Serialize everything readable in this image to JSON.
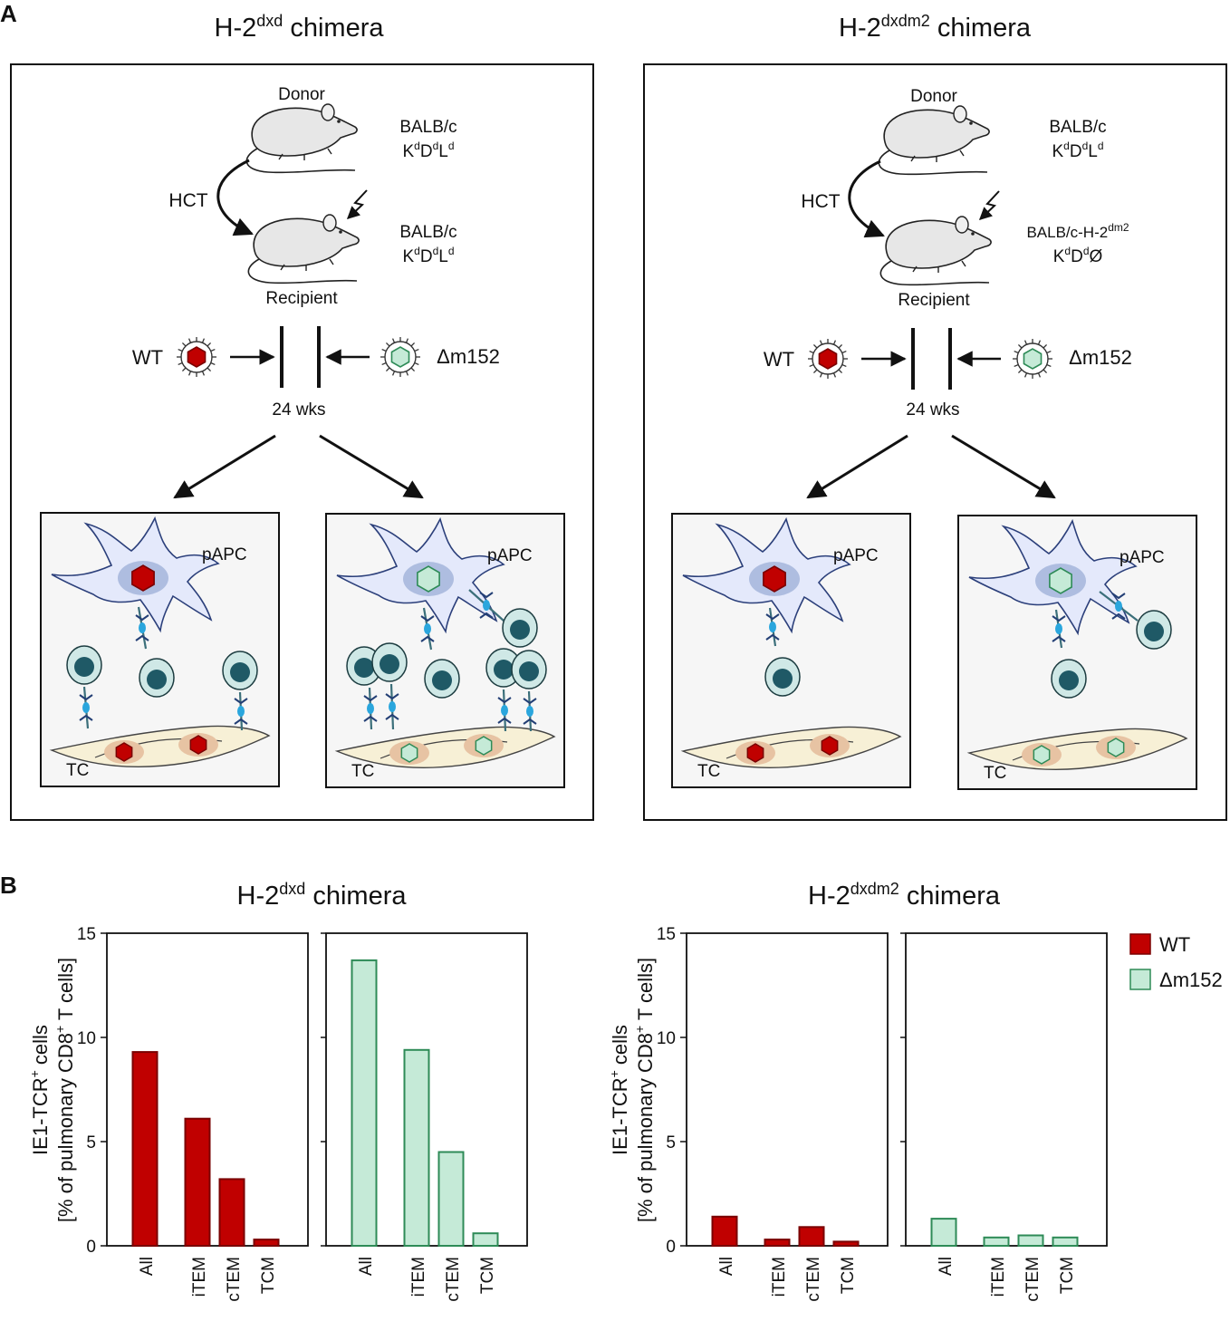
{
  "panel_a": {
    "letter": "A",
    "left": {
      "title_main": "H-2",
      "title_sup": "dxd",
      "title_tail": " chimera",
      "donor_label": "Donor",
      "donor_strain": "BALB/c",
      "donor_haplo": [
        {
          "t": "K",
          "s": ""
        },
        {
          "t": "d",
          "s": "sup"
        },
        {
          "t": "D",
          "s": ""
        },
        {
          "t": "d",
          "s": "sup"
        },
        {
          "t": "L",
          "s": ""
        },
        {
          "t": "d",
          "s": "sup"
        }
      ],
      "hct_label": "HCT",
      "recipient_strain": "BALB/c",
      "recipient_haplo": [
        {
          "t": "K",
          "s": ""
        },
        {
          "t": "d",
          "s": "sup"
        },
        {
          "t": "D",
          "s": ""
        },
        {
          "t": "d",
          "s": "sup"
        },
        {
          "t": "L",
          "s": ""
        },
        {
          "t": "d",
          "s": "sup"
        }
      ],
      "recipient_label": "Recipient",
      "wt_label": "WT",
      "mut_label": "Δm152",
      "time_label": "24 wks",
      "papc_label": "pAPC",
      "tc_label": "TC"
    },
    "right": {
      "title_main": "H-2",
      "title_sup": "dxdm2",
      "title_tail": " chimera",
      "donor_label": "Donor",
      "donor_strain": "BALB/c",
      "donor_haplo": [
        {
          "t": "K",
          "s": ""
        },
        {
          "t": "d",
          "s": "sup"
        },
        {
          "t": "D",
          "s": ""
        },
        {
          "t": "d",
          "s": "sup"
        },
        {
          "t": "L",
          "s": ""
        },
        {
          "t": "d",
          "s": "sup"
        }
      ],
      "hct_label": "HCT",
      "recipient_strain_main": "BALB/c-H-2",
      "recipient_strain_sup": "dm2",
      "recipient_haplo": [
        {
          "t": "K",
          "s": ""
        },
        {
          "t": "d",
          "s": "sup"
        },
        {
          "t": "D",
          "s": ""
        },
        {
          "t": "d",
          "s": "sup"
        },
        {
          "t": "Ø",
          "s": ""
        }
      ],
      "recipient_label": "Recipient",
      "wt_label": "WT",
      "mut_label": "Δm152",
      "time_label": "24 wks",
      "papc_label": "pAPC",
      "tc_label": "TC"
    }
  },
  "colors": {
    "wt_fill": "#c00000",
    "wt_stroke": "#7a0000",
    "mut_fill": "#c5ead7",
    "mut_stroke": "#2e8b57",
    "apc_fill": "#e4e9fb",
    "tcell_fill": "#cfe8e6",
    "nucleus": "#1f5966",
    "tissue_fill": "#f7f0d6"
  },
  "panel_b": {
    "letter": "B",
    "ylabel_line1_main": "IE1-TCR",
    "ylabel_line1_sup": "+",
    "ylabel_line1_tail": " cells",
    "ylabel_line2_main": "[% of pulmonary CD8",
    "ylabel_line2_sup": "+",
    "ylabel_line2_tail": " T cells]",
    "legend": [
      {
        "label": "WT",
        "color": "#c00000"
      },
      {
        "label": "Δm152",
        "color": "#c5ead7"
      }
    ],
    "left_title_main": "H-2",
    "left_title_sup": "dxd",
    "left_title_tail": " chimera",
    "right_title_main": "H-2",
    "right_title_sup": "dxdm2",
    "right_title_tail": " chimera"
  },
  "chart_data": [
    {
      "type": "bar",
      "title": "H-2dxd chimera",
      "ylabel": "IE1-TCR+ cells [% of pulmonary CD8+ T cells]",
      "ylim": [
        0,
        15
      ],
      "yticks": [
        "0",
        "5",
        "10",
        "15"
      ],
      "categories": [
        "All",
        "iTEM",
        "cTEM",
        "TCM"
      ],
      "series": [
        {
          "name": "WT",
          "values": [
            9.3,
            6.1,
            3.2,
            0.3
          ]
        },
        {
          "name": "Δm152",
          "values": [
            13.7,
            9.4,
            4.5,
            0.6
          ]
        }
      ]
    },
    {
      "type": "bar",
      "title": "H-2dxdm2 chimera",
      "ylabel": "IE1-TCR+ cells [% of pulmonary CD8+ T cells]",
      "ylim": [
        0,
        15
      ],
      "yticks": [
        "0",
        "5",
        "10",
        "15"
      ],
      "categories": [
        "All",
        "iTEM",
        "cTEM",
        "TCM"
      ],
      "series": [
        {
          "name": "WT",
          "values": [
            1.4,
            0.3,
            0.9,
            0.2
          ]
        },
        {
          "name": "Δm152",
          "values": [
            1.3,
            0.4,
            0.5,
            0.4
          ]
        }
      ]
    }
  ]
}
